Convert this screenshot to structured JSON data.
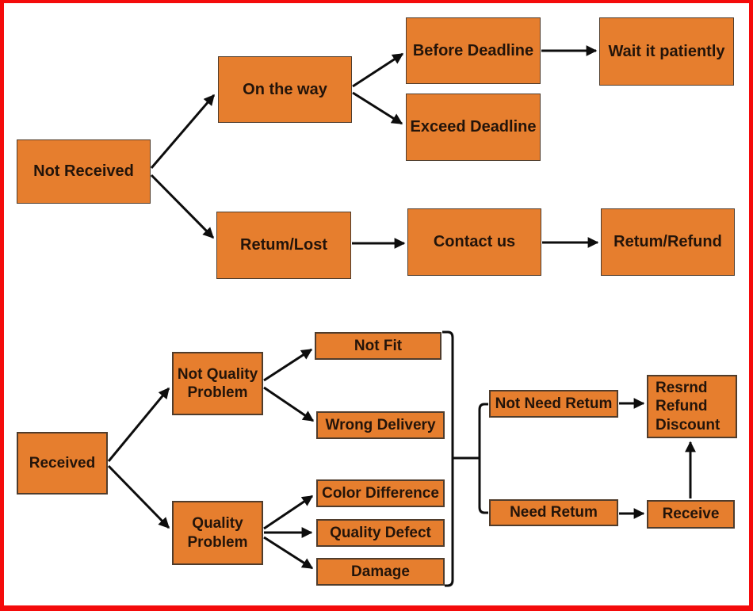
{
  "diagram": {
    "type": "flowchart",
    "colors": {
      "frame": "#f40b0b",
      "box_fill": "#e67e2e",
      "box_border": "#4f3c2c",
      "arrow": "#0d0d0d",
      "text": "#23140a",
      "background": "#ffffff"
    },
    "nodes": {
      "not_received": {
        "label": "Not Received"
      },
      "on_the_way": {
        "label": "On the way"
      },
      "retum_lost": {
        "label": "Retum/Lost"
      },
      "before_deadline": {
        "label": "Before Deadline"
      },
      "wait_it_patiently": {
        "label": "Wait it patiently"
      },
      "exceed_deadline": {
        "label": "Exceed Deadline"
      },
      "contact_us": {
        "label": "Contact us"
      },
      "retum_refund": {
        "label": "Retum/Refund"
      },
      "received": {
        "label": "Received"
      },
      "not_quality_problem": {
        "label": "Not Quality Problem"
      },
      "quality_problem": {
        "label": "Quality Problem"
      },
      "not_fit": {
        "label": "Not Fit"
      },
      "wrong_delivery": {
        "label": "Wrong Delivery"
      },
      "color_difference": {
        "label": "Color Difference"
      },
      "quality_defect": {
        "label": "Quality Defect"
      },
      "damage": {
        "label": "Damage"
      },
      "not_need_retum": {
        "label": "Not Need Retum"
      },
      "resrnd_refund_discount": {
        "label": "Resrnd Refund Discount"
      },
      "need_retum": {
        "label": "Need Retum"
      },
      "receive": {
        "label": "Receive"
      }
    },
    "edges": [
      {
        "from": "Not Received",
        "to": "On the way"
      },
      {
        "from": "Not Received",
        "to": "Retum/Lost"
      },
      {
        "from": "On the way",
        "to": "Before Deadline"
      },
      {
        "from": "On the way",
        "to": "Exceed Deadline"
      },
      {
        "from": "Before Deadline",
        "to": "Wait it patiently"
      },
      {
        "from": "Retum/Lost",
        "to": "Contact us"
      },
      {
        "from": "Contact us",
        "to": "Retum/Refund"
      },
      {
        "from": "Received",
        "to": "Not Quality Problem"
      },
      {
        "from": "Received",
        "to": "Quality Problem"
      },
      {
        "from": "Not Quality Problem",
        "to": "Not Fit"
      },
      {
        "from": "Not Quality Problem",
        "to": "Wrong Delivery"
      },
      {
        "from": "Quality Problem",
        "to": "Color Difference"
      },
      {
        "from": "Quality Problem",
        "to": "Quality Defect"
      },
      {
        "from": "Quality Problem",
        "to": "Damage"
      },
      {
        "from": [
          "Not Fit",
          "Wrong Delivery",
          "Color Difference",
          "Quality Defect",
          "Damage"
        ],
        "to": [
          "Not Need Retum",
          "Need Retum"
        ],
        "type": "bracket-merge-split"
      },
      {
        "from": "Not Need Retum",
        "to": "Resrnd Refund Discount"
      },
      {
        "from": "Need Retum",
        "to": "Receive"
      },
      {
        "from": "Receive",
        "to": "Resrnd Refund Discount"
      }
    ]
  }
}
